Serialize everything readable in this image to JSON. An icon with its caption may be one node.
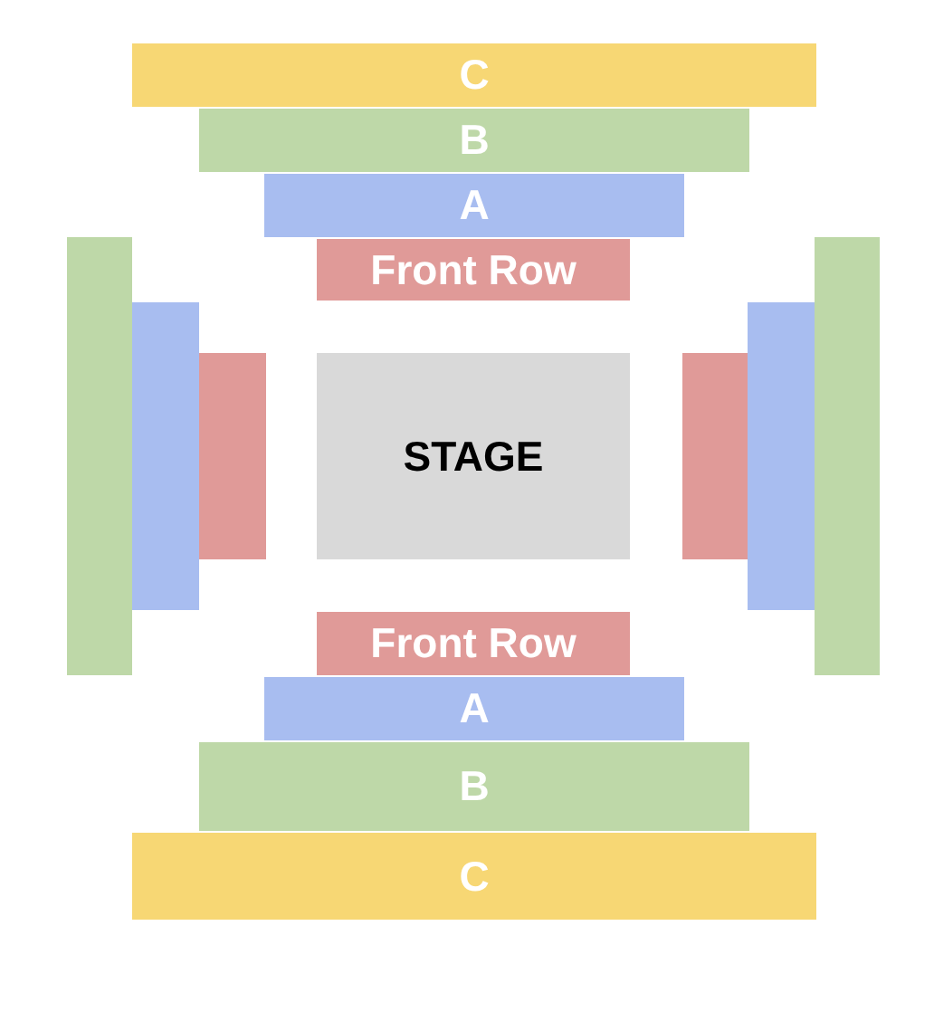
{
  "diagram": {
    "nodes": [
      {
        "text": [
          "C"
        ]
      },
      {
        "text": [
          "B"
        ]
      },
      {
        "text": [
          "A"
        ]
      },
      {
        "text": [
          "Front Row"
        ]
      },
      {
        "text": [],
        "shape": "bar"
      },
      {
        "text": [],
        "shape": "bar"
      },
      {
        "text": [],
        "shape": "bar"
      },
      {
        "text": [
          "STAGE"
        ]
      },
      {
        "text": [],
        "shape": "bar"
      },
      {
        "text": [],
        "shape": "bar"
      },
      {
        "text": [],
        "shape": "bar"
      },
      {
        "text": [
          "Front Row"
        ]
      },
      {
        "text": [
          "A"
        ]
      },
      {
        "text": [
          "B"
        ]
      },
      {
        "text": [
          "C"
        ]
      }
    ],
    "edges": []
  }
}
